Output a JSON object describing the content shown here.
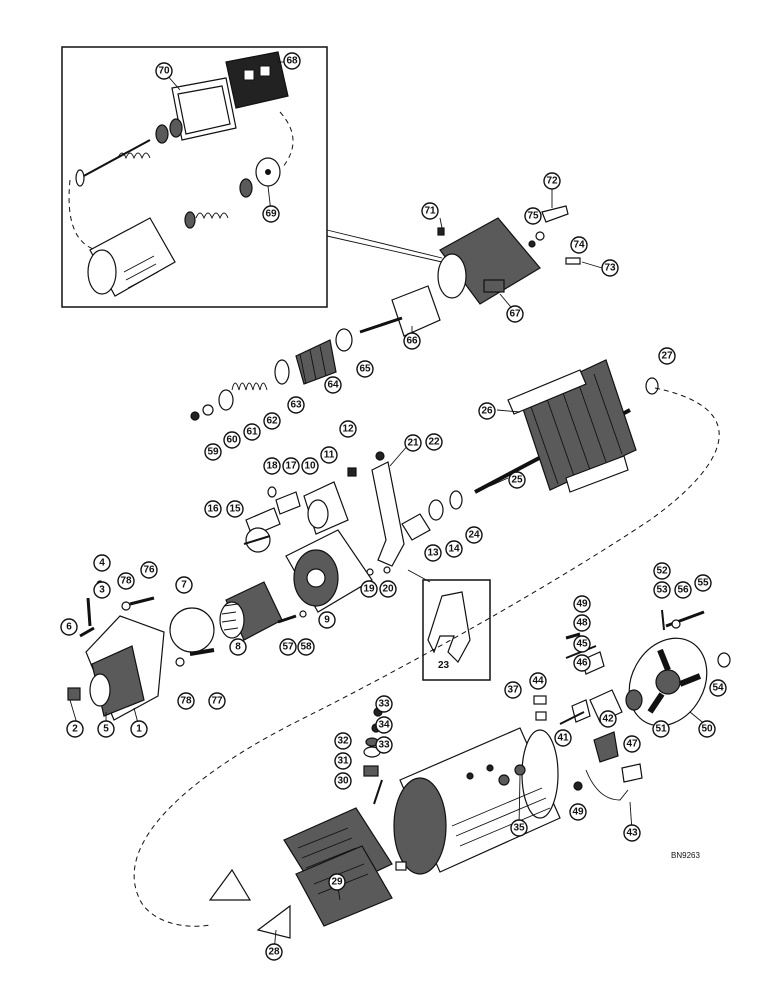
{
  "drawing_code": "BN9263",
  "callouts": [
    "1",
    "2",
    "3",
    "4",
    "5",
    "6",
    "7",
    "8",
    "9",
    "10",
    "11",
    "12",
    "13",
    "14",
    "15",
    "16",
    "17",
    "18",
    "19",
    "20",
    "21",
    "22",
    "24",
    "25",
    "26",
    "27",
    "28",
    "29",
    "30",
    "31",
    "32",
    "33",
    "33",
    "34",
    "35",
    "37",
    "41",
    "42",
    "43",
    "44",
    "45",
    "46",
    "47",
    "48",
    "49",
    "49",
    "50",
    "51",
    "52",
    "53",
    "54",
    "55",
    "56",
    "57",
    "58",
    "59",
    "60",
    "61",
    "62",
    "63",
    "64",
    "65",
    "66",
    "67",
    "68",
    "69",
    "70",
    "71",
    "72",
    "73",
    "74",
    "75",
    "76",
    "77",
    "78",
    "78"
  ],
  "inset_label": "23"
}
